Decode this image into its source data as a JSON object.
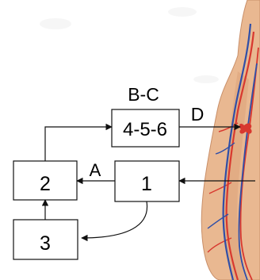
{
  "diagram": {
    "boxes": {
      "b1": "1",
      "b2": "2",
      "b3": "3",
      "b456": "4-5-6"
    },
    "labels": {
      "a": "A",
      "bc": "B-C",
      "d": "D"
    },
    "illustration": "human-circulatory-system"
  },
  "colors": {
    "stroke": "#111111",
    "skin": "#e9b891",
    "skin_edge": "#c98f69",
    "artery": "#d8382f",
    "vein": "#2f4fa8",
    "watermark": "#e6e6e6"
  }
}
